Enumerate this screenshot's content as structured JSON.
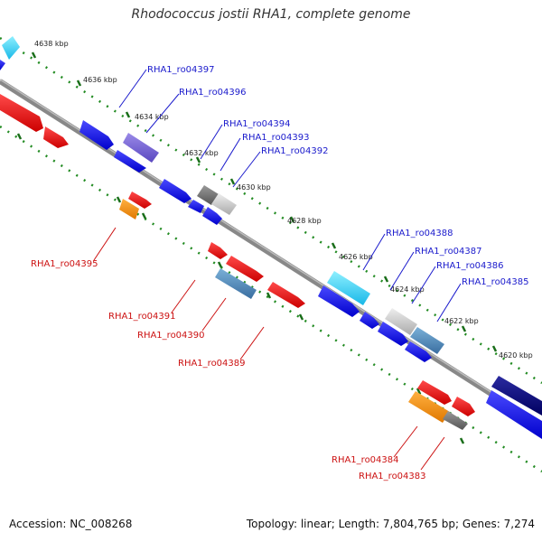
{
  "title": "Rhodococcus jostii RHA1, complete genome",
  "footer": {
    "accession": "Accession: NC_008268",
    "summary": "Topology: linear; Length: 7,804,765 bp; Genes: 7,274"
  },
  "scale_labels": [
    "4638 kbp",
    "4636 kbp",
    "4634 kbp",
    "4632 kbp",
    "4630 kbp",
    "4628 kbp",
    "4626 kbp",
    "4624 kbp",
    "4622 kbp",
    "4620 kbp"
  ],
  "gene_labels": {
    "ro04397": "RHA1_ro04397",
    "ro04396": "RHA1_ro04396",
    "ro04394": "RHA1_ro04394",
    "ro04393": "RHA1_ro04393",
    "ro04392": "RHA1_ro04392",
    "ro04395": "RHA1_ro04395",
    "ro04388": "RHA1_ro04388",
    "ro04387": "RHA1_ro04387",
    "ro04386": "RHA1_ro04386",
    "ro04385": "RHA1_ro04385",
    "ro04391": "RHA1_ro04391",
    "ro04390": "RHA1_ro04390",
    "ro04389": "RHA1_ro04389",
    "ro04384": "RHA1_ro04384",
    "ro04383": "RHA1_ro04383"
  },
  "colors": {
    "backbone": "#888888",
    "dotted_track": "#228B22",
    "forward_gene": "#1414e0",
    "reverse_gene": "#e01414",
    "label_blue": "#1a1acc",
    "label_red": "#cc1111"
  }
}
